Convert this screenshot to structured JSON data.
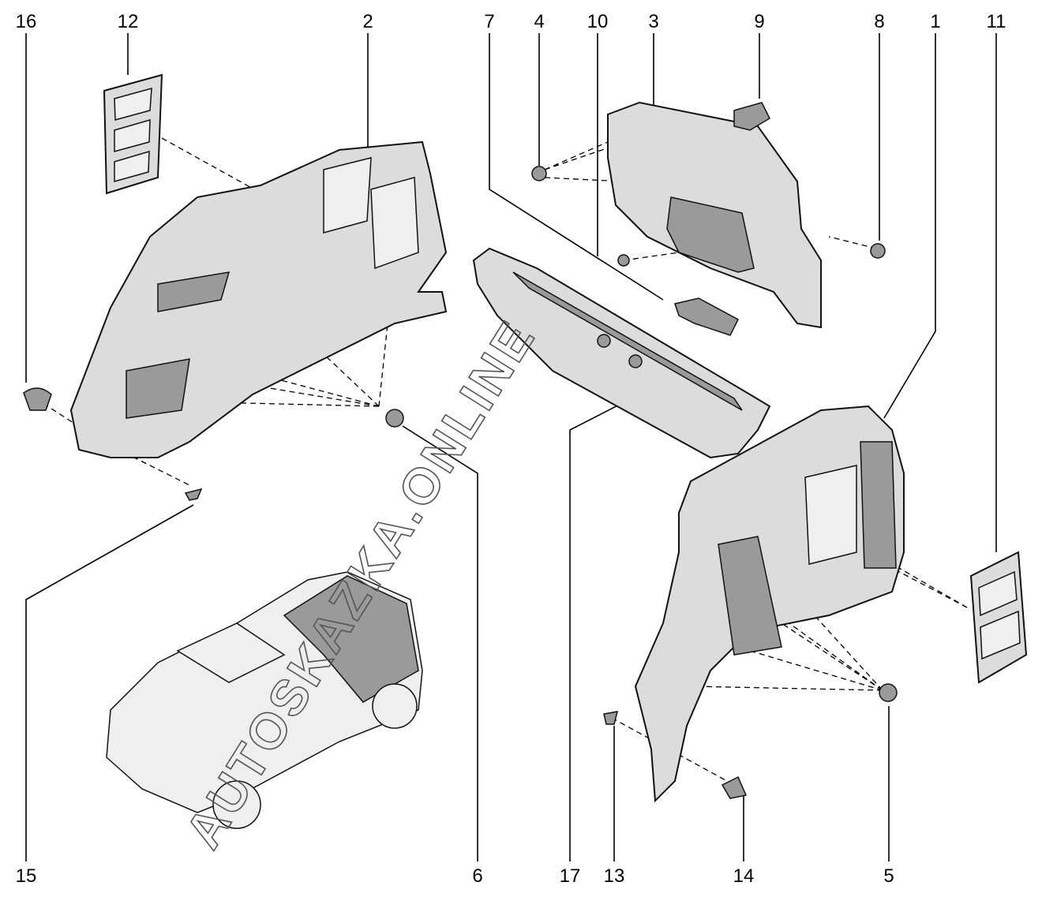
{
  "diagram": {
    "callouts_top": [
      "16",
      "12",
      "2",
      "7",
      "4",
      "10",
      "3",
      "9",
      "8",
      "1",
      "11"
    ],
    "callouts_bottom": [
      "15",
      "6",
      "17",
      "13",
      "14",
      "5"
    ],
    "watermark": "AUTOSKAZKA.ONLINE"
  }
}
